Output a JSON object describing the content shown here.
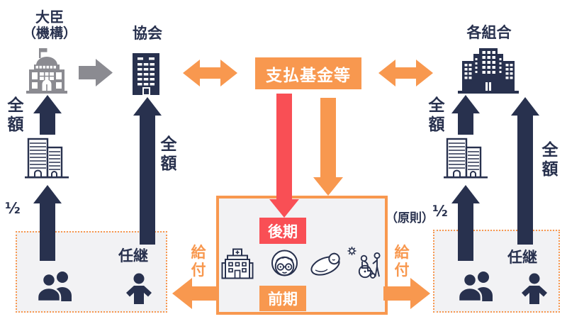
{
  "colors": {
    "navy": "#28314e",
    "orange": "#f8984f",
    "red": "#f94f55",
    "gray": "#8b8b91",
    "panel": "#f2f2f4",
    "white": "#ffffff"
  },
  "top": {
    "minister": "大臣",
    "minister_sub": "（機構）",
    "association": "協会",
    "payment_fund": "支払基金等",
    "unions": "各組合"
  },
  "sides": {
    "left": {
      "full_upper": "全額",
      "half": "½",
      "ninkei_full": "全額",
      "ninkei": "任継",
      "benefit": "給付"
    },
    "right": {
      "full_upper": "全額",
      "half": "½",
      "principle": "（原則）",
      "ninkei_full": "全額",
      "ninkei": "任継",
      "benefit": "給付"
    }
  },
  "center": {
    "late_period": "後期",
    "early_period": "前期"
  },
  "icon_names": {
    "minister": "government-building-icon",
    "association": "office-building-icon",
    "unions": "city-buildings-icon",
    "employers": "company-buildings-icon",
    "insured_group": "people-group-icon",
    "ninkei_person": "person-icon",
    "hospital": "hospital-icon",
    "elderly": "elderly-person-icon",
    "baby": "baby-icon",
    "care": "nursing-care-icon"
  }
}
